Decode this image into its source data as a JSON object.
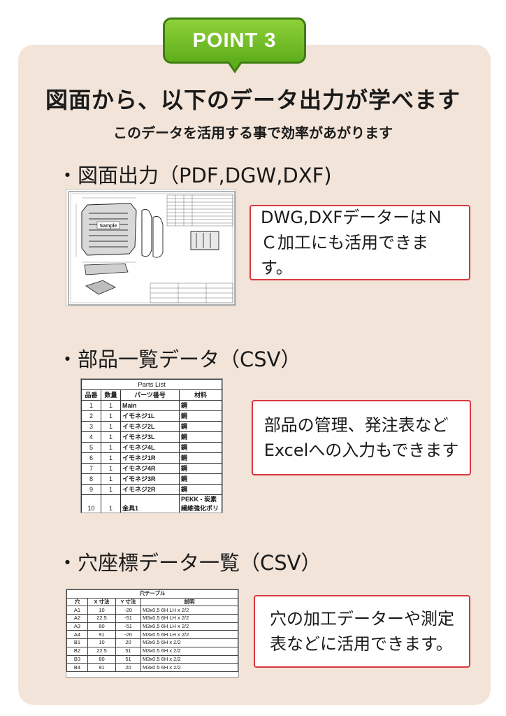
{
  "badge": {
    "label": "POINT 3"
  },
  "header": {
    "title": "図面から、以下のデータ出力が学べます",
    "subtitle": "このデータを活用する事で効率があがります"
  },
  "sections": [
    {
      "heading": "・図面出力（PDF,DGW,DXF)",
      "callout_lines": [
        "DWG,DXFデーターはＮ",
        "Ｃ加工にも活用できます。"
      ]
    },
    {
      "heading": "・部品一覧データ（CSV）",
      "callout_lines": [
        "部品の管理、発注表など",
        "Excelへの入力もできます"
      ]
    },
    {
      "heading": "・穴座標データ一覧（CSV）",
      "callout_lines": [
        "穴の加工データーや測定",
        "表などに活用できます。"
      ]
    }
  ],
  "drawing": {
    "watermark": "Sample"
  },
  "parts_list": {
    "caption": "Parts List",
    "headers": [
      "品番",
      "数量",
      "パーツ番号",
      "材料"
    ],
    "rows": [
      [
        "1",
        "1",
        "Main",
        "鋼"
      ],
      [
        "2",
        "1",
        "イモネジ1L",
        "鋼"
      ],
      [
        "3",
        "1",
        "イモネジ2L",
        "鋼"
      ],
      [
        "4",
        "1",
        "イモネジ3L",
        "鋼"
      ],
      [
        "5",
        "1",
        "イモネジ4L",
        "鋼"
      ],
      [
        "6",
        "1",
        "イモネジ1R",
        "鋼"
      ],
      [
        "7",
        "1",
        "イモネジ4R",
        "鋼"
      ],
      [
        "8",
        "1",
        "イモネジ3R",
        "鋼"
      ],
      [
        "9",
        "1",
        "イモネジ2R",
        "鋼"
      ],
      [
        "10",
        "1",
        "金具1",
        "PEKK - 炭素繊維強化ポリマー"
      ]
    ]
  },
  "hole_table": {
    "caption": "穴テーブル",
    "headers": [
      "穴",
      "X 寸法",
      "Y 寸法",
      "説明"
    ],
    "rows": [
      [
        "A1",
        "10",
        "-20",
        "M3x0.5 6H LH x 2/2"
      ],
      [
        "A2",
        "22.5",
        "-51",
        "M3x0.5 6H LH x 2/2"
      ],
      [
        "A3",
        "80",
        "-51",
        "M3x0.5 6H LH x 2/2"
      ],
      [
        "A4",
        "91",
        "-20",
        "M3x0.5 6H LH x 2/2"
      ],
      [
        "B1",
        "10",
        "20",
        "M3x0.5 6H x 2/2"
      ],
      [
        "B2",
        "22.5",
        "51",
        "M3x0.5 6H x 2/2"
      ],
      [
        "B3",
        "80",
        "51",
        "M3x0.5 6H x 2/2"
      ],
      [
        "B4",
        "91",
        "20",
        "M3x0.5 6H x 2/2"
      ]
    ]
  },
  "colors": {
    "panel_bg": "#f2e4d9",
    "badge_green": "#6cbf24",
    "callout_border": "#d9393e"
  }
}
